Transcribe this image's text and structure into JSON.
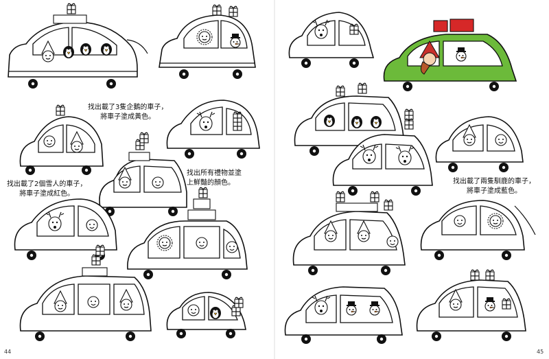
{
  "instructions": {
    "penguins": {
      "line1": "找出載了3隻企鵝的車子，",
      "line2": "將車子塗成黃色。"
    },
    "snowmen": {
      "line1": "找出載了2個雪人的車子，",
      "line2": "將車子塗成紅色。"
    },
    "gifts": {
      "line1": "找出所有禮物並塗",
      "line2": "上鮮豔的顏色。"
    },
    "reindeer": {
      "line1": "找出載了兩隻馴鹿的車子，",
      "line2": "將車子塗成藍色。"
    }
  },
  "page_numbers": {
    "left": "44",
    "right": "45"
  },
  "colors": {
    "example_car": "#6cba3a",
    "gift_red": "#d62828",
    "ink": "#111111"
  }
}
